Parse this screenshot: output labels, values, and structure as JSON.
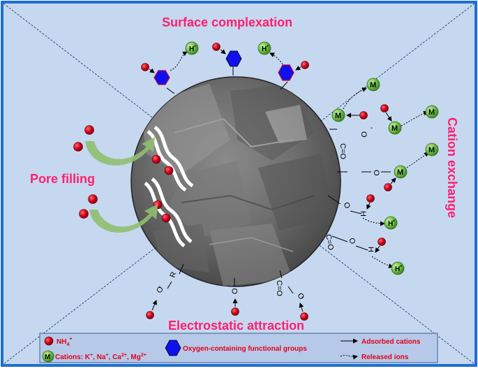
{
  "labels": {
    "surface_complexation": "Surface complexation",
    "cation_exchange": "Cation exchange",
    "pore_filling": "Pore filling",
    "electrostatic_attraction": "Electrostatic attraction"
  },
  "ions": {
    "h": "H",
    "h_sup": "+",
    "m": "M",
    "bond_o": "O",
    "bond_h": "H",
    "bond_r": "R",
    "minus": "-",
    "c_eq_o": "C=O"
  },
  "legend": {
    "nh4_base": "NH",
    "nh4_sub": "4",
    "nh4_sup": "+",
    "cations_prefix": "Cations: K",
    "cations_sup1": "+",
    "cations_na": ", Na",
    "cations_sup2": "+",
    "cations_ca": ", Ca",
    "cations_sup3": "2+",
    "cations_mg": ", Mg",
    "cations_sup4": "2+",
    "oxygen_groups": "Oxygen-containing functional groups",
    "adsorbed": "Adsorbed cations",
    "released": "Released ions"
  },
  "colors": {
    "title_pink": "#ff1f6e",
    "legend_red": "#e3001b",
    "border_blue": "#1e6fd2",
    "background": "#c6d8f0",
    "legend_bg": "#b7c9e8",
    "nh4_red": "#c4001a",
    "cation_green": "#6fbf45",
    "hexagon_blue": "#1010ee",
    "arrow_green": "#8fbf6f"
  }
}
